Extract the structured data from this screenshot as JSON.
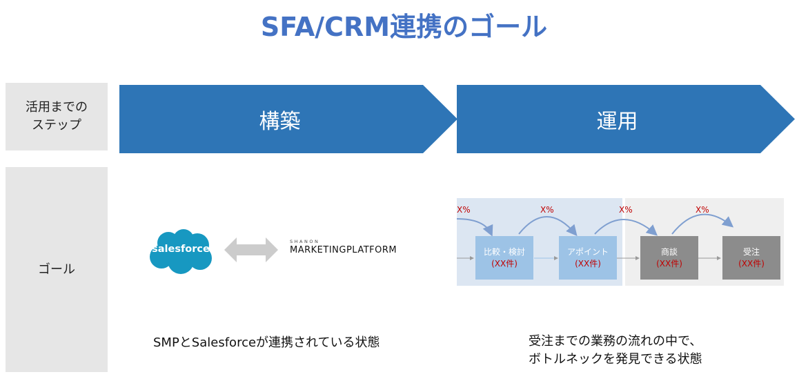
{
  "title": "SFA/CRM連携のゴール",
  "rows": {
    "step_label_line1": "活用までの",
    "step_label_line2": "ステップ",
    "goal_label": "ゴール"
  },
  "steps": [
    {
      "label": "構築",
      "color": "#2e75b6"
    },
    {
      "label": "運用",
      "color": "#2e75b6"
    }
  ],
  "build_goal": {
    "salesforce_logo_text": "salesforce",
    "smp_logo_small": "SHANON",
    "smp_logo_main": "MARKETINGPLATFORM",
    "description": "SMPとSalesforceが連携されている状態"
  },
  "operation_goal": {
    "flow": [
      {
        "name": "比較・検討",
        "count": "(XX件)",
        "style": "blue"
      },
      {
        "name": "アポイント",
        "count": "(XX件)",
        "style": "blue"
      },
      {
        "name": "商談",
        "count": "(XX件)",
        "style": "grey"
      },
      {
        "name": "受注",
        "count": "(XX件)",
        "style": "grey"
      }
    ],
    "rates": [
      "X%",
      "X%",
      "X%",
      "X%"
    ],
    "description_line1": "受注までの業務の流れの中で、",
    "description_line2": "ボトルネックを発見できる状態"
  },
  "colors": {
    "title": "#4472c4",
    "arrow": "#2e75b6",
    "label_bg": "#e6e6e6",
    "salesforce": "#1798c1",
    "rate_text": "#c00000"
  }
}
